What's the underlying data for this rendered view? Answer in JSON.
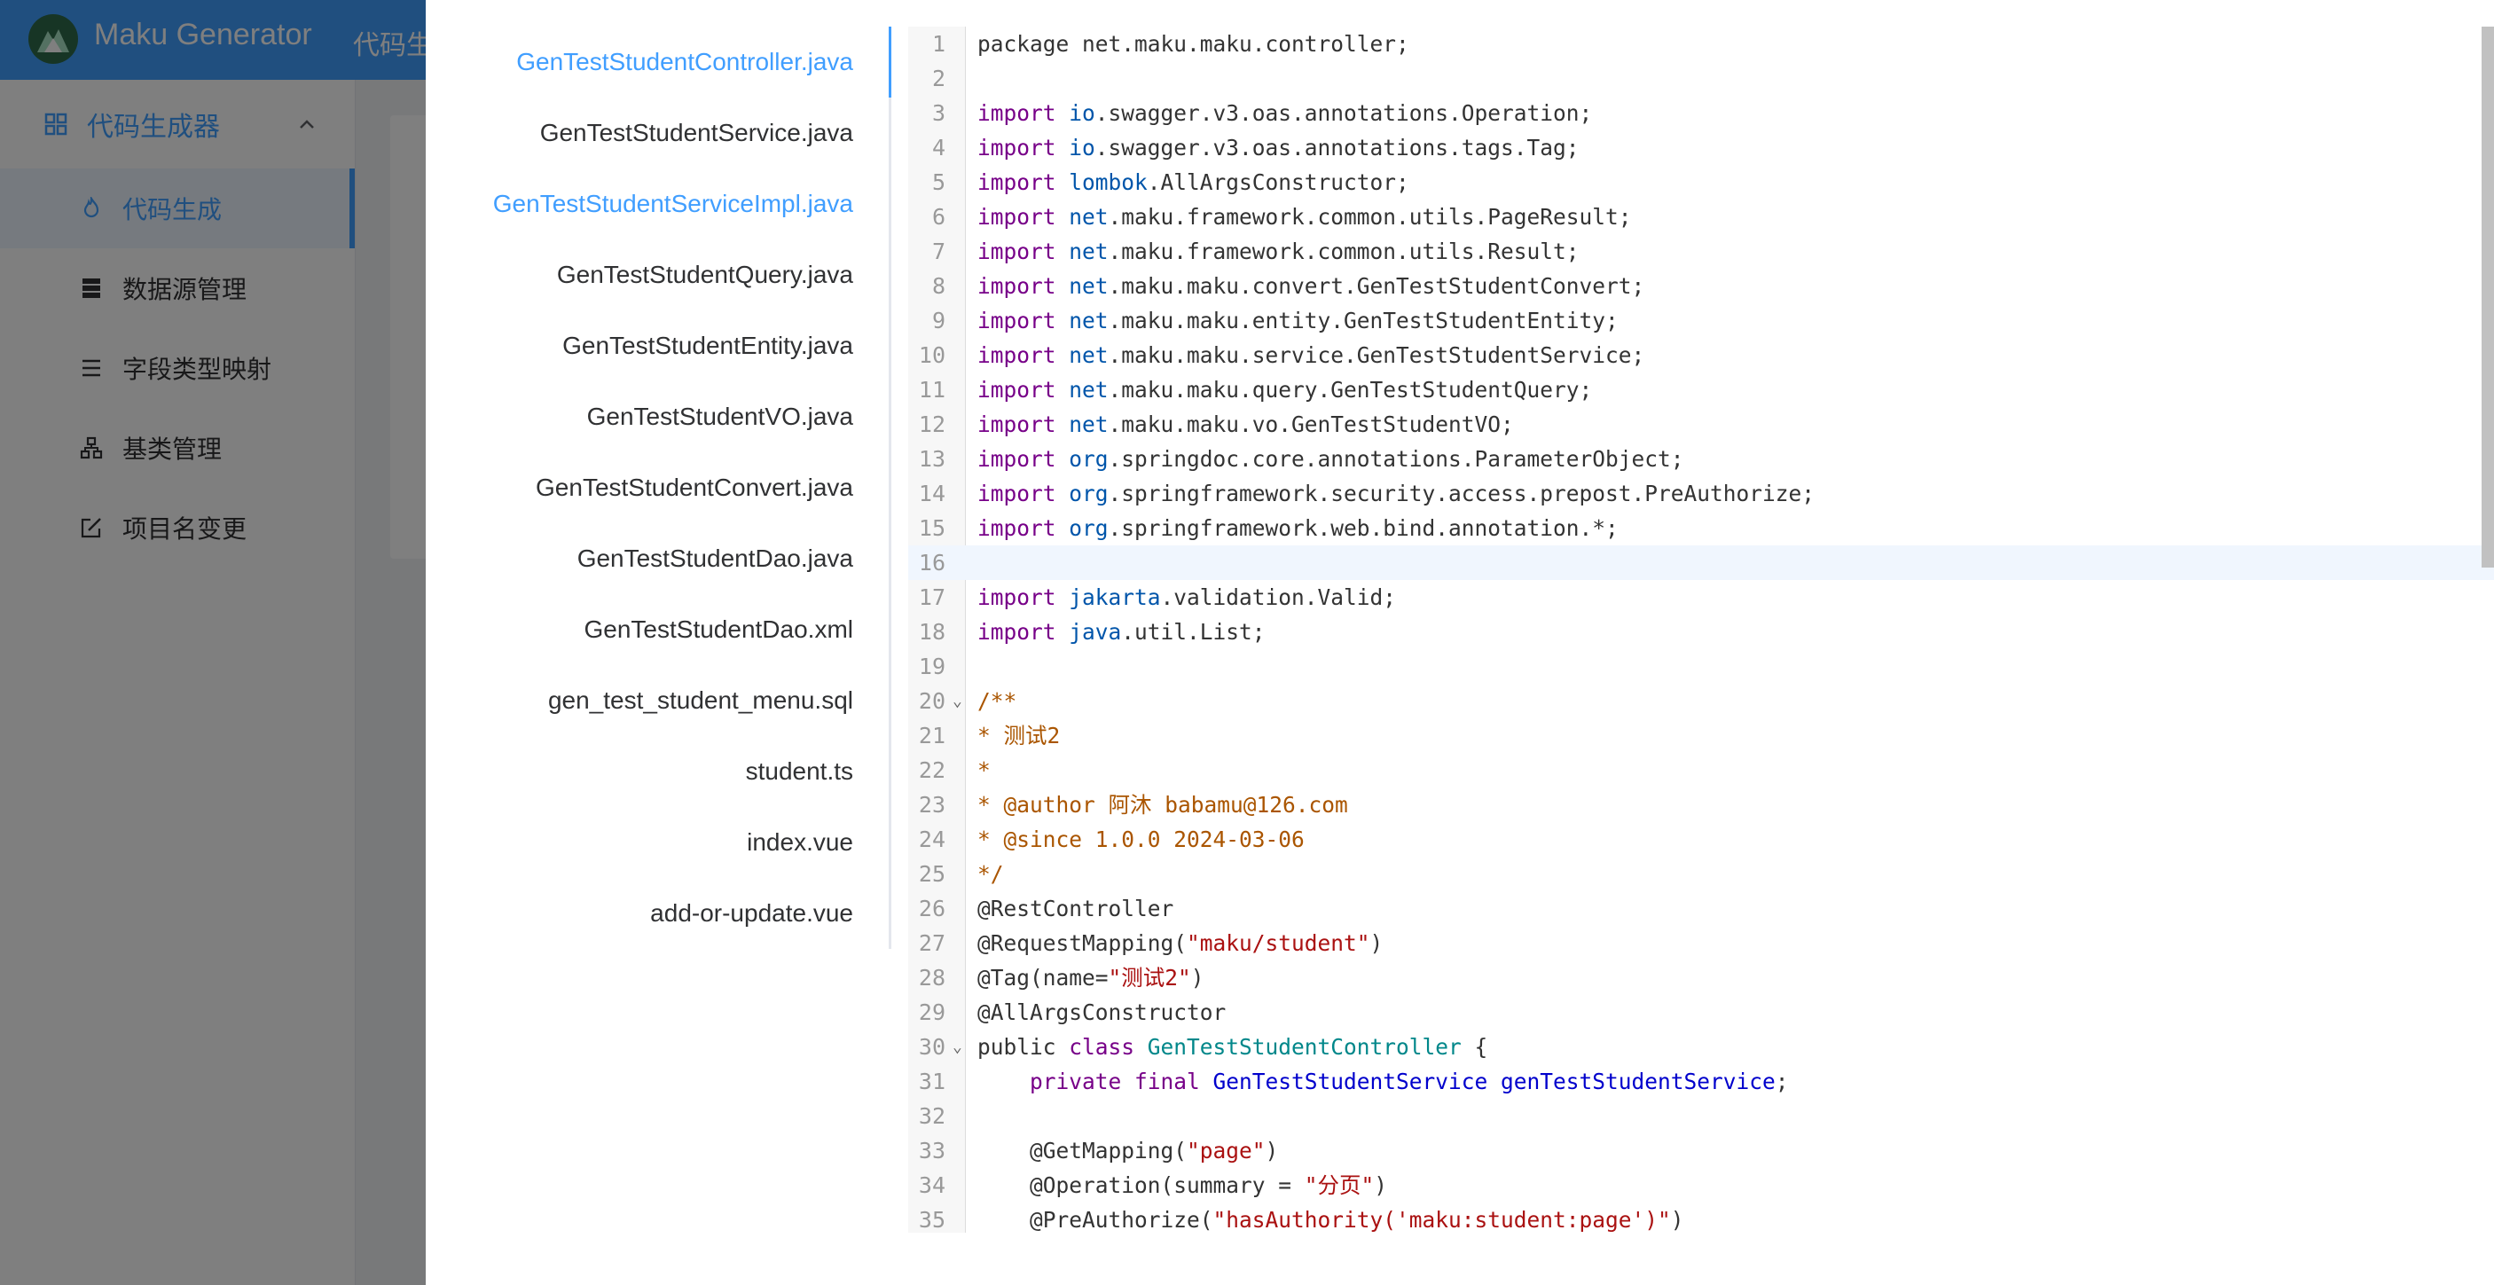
{
  "app": {
    "title": "Maku Generator",
    "top_menu": "代码生"
  },
  "sidebar": {
    "group_label": "代码生成器",
    "items": [
      {
        "label": "代码生成"
      },
      {
        "label": "数据源管理"
      },
      {
        "label": "字段类型映射"
      },
      {
        "label": "基类管理"
      },
      {
        "label": "项目名变更"
      }
    ]
  },
  "files": [
    "GenTestStudentController.java",
    "GenTestStudentService.java",
    "GenTestStudentServiceImpl.java",
    "GenTestStudentQuery.java",
    "GenTestStudentEntity.java",
    "GenTestStudentVO.java",
    "GenTestStudentConvert.java",
    "GenTestStudentDao.java",
    "GenTestStudentDao.xml",
    "gen_test_student_menu.sql",
    "student.ts",
    "index.vue",
    "add-or-update.vue"
  ],
  "active_file": 0,
  "hover_file": 2,
  "colors": {
    "accent": "#409eff",
    "keyword": "#770088",
    "package": "#0055aa",
    "class": "#00878a",
    "comment": "#aa5500",
    "string": "#aa1111",
    "definition": "#0000cc"
  },
  "code_lines": [
    [
      [
        "package net.maku.maku.controller;",
        ""
      ]
    ],
    [
      [
        "",
        ""
      ]
    ],
    [
      [
        "import ",
        "kw"
      ],
      [
        "io",
        "pkg"
      ],
      [
        ".swagger.v3.oas.annotations.Operation;",
        ""
      ]
    ],
    [
      [
        "import ",
        "kw"
      ],
      [
        "io",
        "pkg"
      ],
      [
        ".swagger.v3.oas.annotations.tags.Tag;",
        ""
      ]
    ],
    [
      [
        "import ",
        "kw"
      ],
      [
        "lombok",
        "pkg"
      ],
      [
        ".AllArgsConstructor;",
        ""
      ]
    ],
    [
      [
        "import ",
        "kw"
      ],
      [
        "net",
        "pkg"
      ],
      [
        ".maku.framework.common.utils.PageResult;",
        ""
      ]
    ],
    [
      [
        "import ",
        "kw"
      ],
      [
        "net",
        "pkg"
      ],
      [
        ".maku.framework.common.utils.Result;",
        ""
      ]
    ],
    [
      [
        "import ",
        "kw"
      ],
      [
        "net",
        "pkg"
      ],
      [
        ".maku.maku.convert.GenTestStudentConvert;",
        ""
      ]
    ],
    [
      [
        "import ",
        "kw"
      ],
      [
        "net",
        "pkg"
      ],
      [
        ".maku.maku.entity.GenTestStudentEntity;",
        ""
      ]
    ],
    [
      [
        "import ",
        "kw"
      ],
      [
        "net",
        "pkg"
      ],
      [
        ".maku.maku.service.GenTestStudentService;",
        ""
      ]
    ],
    [
      [
        "import ",
        "kw"
      ],
      [
        "net",
        "pkg"
      ],
      [
        ".maku.maku.query.GenTestStudentQuery;",
        ""
      ]
    ],
    [
      [
        "import ",
        "kw"
      ],
      [
        "net",
        "pkg"
      ],
      [
        ".maku.maku.vo.GenTestStudentVO;",
        ""
      ]
    ],
    [
      [
        "import ",
        "kw"
      ],
      [
        "org",
        "pkg"
      ],
      [
        ".springdoc.core.annotations.ParameterObject;",
        ""
      ]
    ],
    [
      [
        "import ",
        "kw"
      ],
      [
        "org",
        "pkg"
      ],
      [
        ".springframework.security.access.prepost.PreAuthorize;",
        ""
      ]
    ],
    [
      [
        "import ",
        "kw"
      ],
      [
        "org",
        "pkg"
      ],
      [
        ".springframework.web.bind.annotation.*;",
        ""
      ]
    ],
    [
      [
        "",
        ""
      ]
    ],
    [
      [
        "import ",
        "kw"
      ],
      [
        "jakarta",
        "pkg"
      ],
      [
        ".validation.Valid;",
        ""
      ]
    ],
    [
      [
        "import ",
        "kw"
      ],
      [
        "java",
        "pkg"
      ],
      [
        ".util.List;",
        ""
      ]
    ],
    [
      [
        "",
        ""
      ]
    ],
    [
      [
        "/**",
        "cmt"
      ]
    ],
    [
      [
        "* 测试2",
        "cmt"
      ]
    ],
    [
      [
        "*",
        "cmt"
      ]
    ],
    [
      [
        "* @author 阿沐 babamu@126.com",
        "cmt"
      ]
    ],
    [
      [
        "* @since 1.0.0 2024-03-06",
        "cmt"
      ]
    ],
    [
      [
        "*/",
        "cmt"
      ]
    ],
    [
      [
        "@RestController",
        ""
      ]
    ],
    [
      [
        "@RequestMapping(",
        ""
      ],
      [
        "\"maku/student\"",
        "str"
      ],
      [
        ")",
        ""
      ]
    ],
    [
      [
        "@Tag(name=",
        ""
      ],
      [
        "\"测试2\"",
        "str"
      ],
      [
        ")",
        ""
      ]
    ],
    [
      [
        "@AllArgsConstructor",
        ""
      ]
    ],
    [
      [
        "public ",
        ""
      ],
      [
        "class ",
        "kw"
      ],
      [
        "GenTestStudentController",
        "cls"
      ],
      [
        " {",
        ""
      ]
    ],
    [
      [
        "    private final ",
        "kw"
      ],
      [
        "GenTestStudentService ",
        "def"
      ],
      [
        "genTestStudentService",
        "def"
      ],
      [
        ";",
        ""
      ]
    ],
    [
      [
        "",
        ""
      ]
    ],
    [
      [
        "    @GetMapping(",
        ""
      ],
      [
        "\"page\"",
        "str"
      ],
      [
        ")",
        ""
      ]
    ],
    [
      [
        "    @Operation(summary = ",
        ""
      ],
      [
        "\"分页\"",
        "str"
      ],
      [
        ")",
        ""
      ]
    ],
    [
      [
        "    @PreAuthorize(",
        ""
      ],
      [
        "\"hasAuthority('maku:student:page')\"",
        "str"
      ],
      [
        ")",
        ""
      ]
    ]
  ],
  "active_line": 16,
  "fold_lines": [
    20,
    30
  ]
}
